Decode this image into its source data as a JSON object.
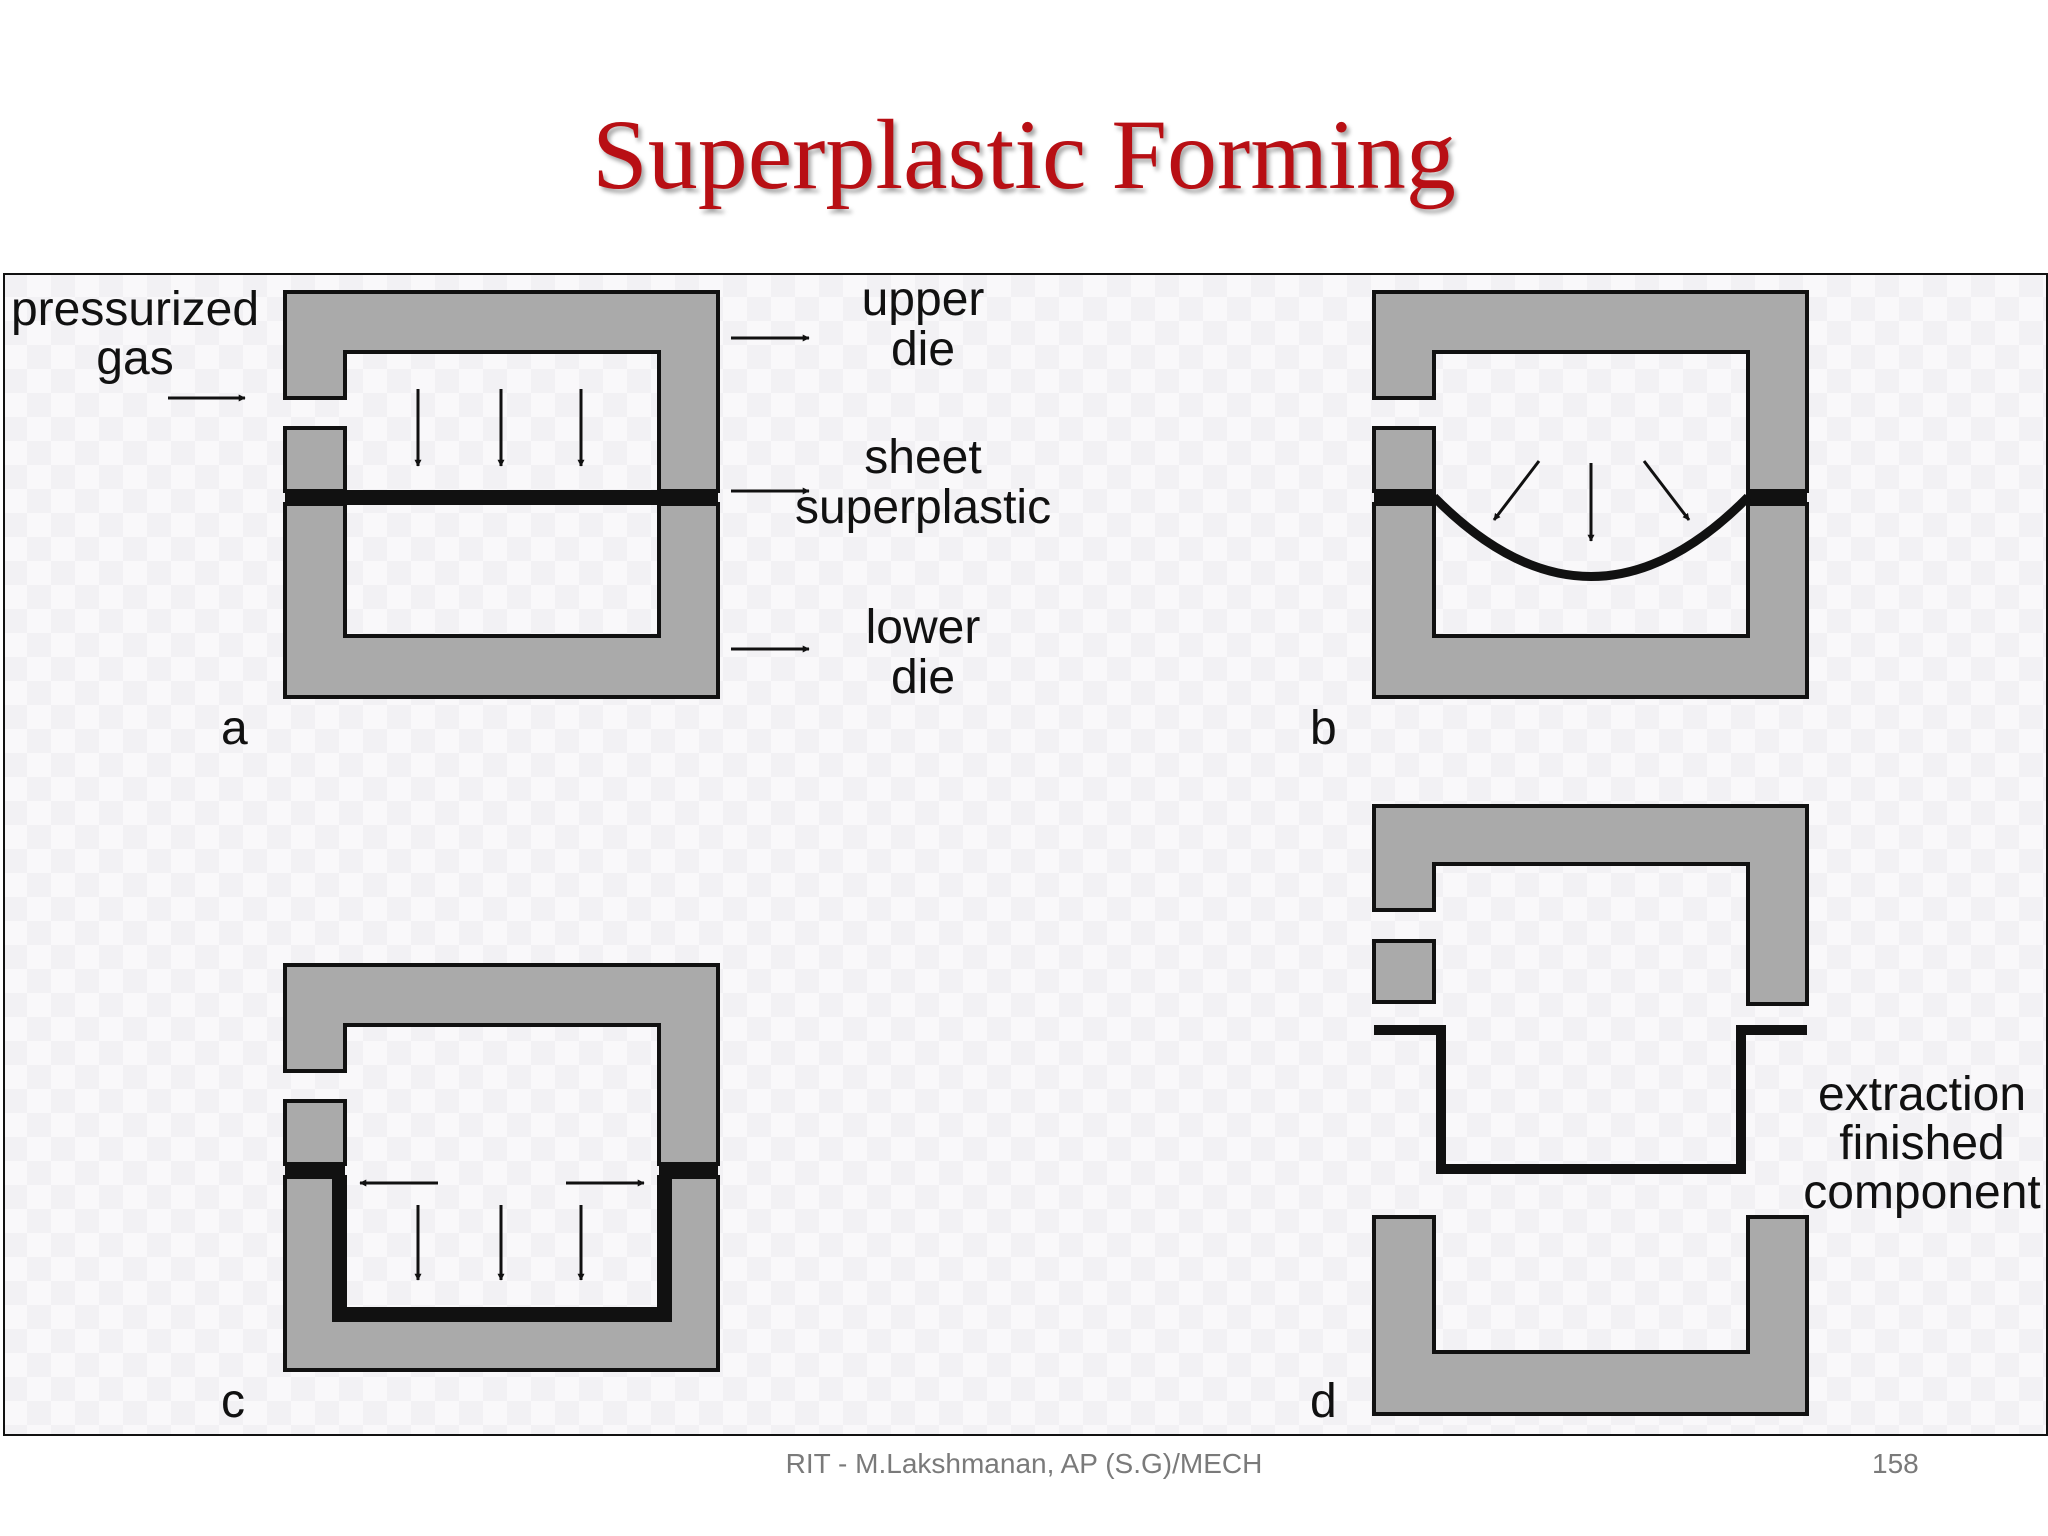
{
  "slide": {
    "title": "Superplastic Forming",
    "footer": "RIT - M.Lakshmanan, AP (S.G)/MECH",
    "page_number": "158"
  },
  "diagram": {
    "labels": {
      "pressurized": "pressurized",
      "gas": "gas",
      "upper": "upper",
      "upper_die": "die",
      "sheet": "sheet",
      "superplastic": "superplastic",
      "lower": "lower",
      "lower_die": "die",
      "extraction": "extraction",
      "finished": "finished",
      "component": "component"
    },
    "panel_letters": {
      "a": "a",
      "b": "b",
      "c": "c",
      "d": "d"
    },
    "colors": {
      "die_fill": "#aaaaaa",
      "outline": "#111111",
      "title": "#b80f14",
      "footer": "#7a7a7a"
    }
  }
}
